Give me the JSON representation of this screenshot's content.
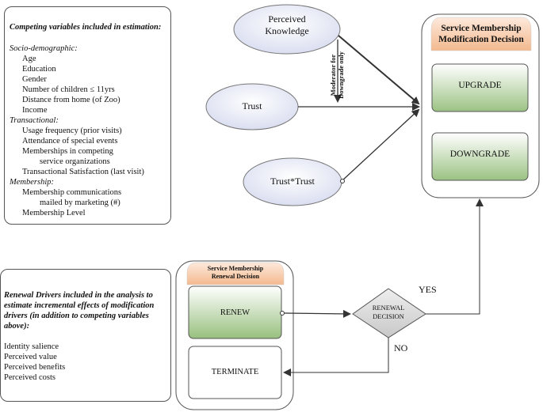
{
  "competing": {
    "title": "Competing variables included in estimation:",
    "groups": [
      {
        "heading": "Socio-demographic:",
        "items": [
          "Age",
          "Education",
          "Gender",
          "Number of children ≤ 11yrs",
          "Distance from home (of Zoo)",
          "Income"
        ]
      },
      {
        "heading": "Transactional:",
        "items": [
          "Usage frequency (prior visits)",
          "Attendance of special events",
          "Memberships in competing",
          "service organizations",
          "Transactional Satisfaction (last visit)"
        ]
      },
      {
        "heading": "Membership:",
        "items": [
          "Membership communications",
          "mailed by marketing (#)",
          "Membership Level"
        ]
      }
    ]
  },
  "renewal_drivers": {
    "title_lines": [
      "Renewal Drivers included in the analysis to",
      "estimate incremental effects of modification",
      "drivers (in addition to competing variables",
      "above):"
    ],
    "items": [
      "Identity salience",
      "Perceived value",
      "Perceived benefits",
      "Perceived costs"
    ]
  },
  "nodes": {
    "perceived_knowledge": [
      "Perceived",
      "Knowledge"
    ],
    "trust": "Trust",
    "trust_trust": "Trust*Trust"
  },
  "moderator": [
    "Moderator for",
    "Downgrade only"
  ],
  "modification": {
    "title_lines": [
      "Service Membership",
      "Modification Decision"
    ],
    "upgrade": "UPGRADE",
    "downgrade": "DOWNGRADE"
  },
  "renewal": {
    "title_lines": [
      "Service Membership",
      "Renewal Decision"
    ],
    "renew": "RENEW",
    "terminate": "TERMINATE"
  },
  "decision": {
    "lines": [
      "RENEWAL",
      "DECISION"
    ],
    "yes": "YES",
    "no": "NO"
  },
  "colors": {
    "ellipse_fill": "#e8eaf6",
    "green_fill": "#9bc283",
    "peach_fill": "#f6c8a6",
    "diamond_fill": "#dadada",
    "line": "#333333"
  }
}
